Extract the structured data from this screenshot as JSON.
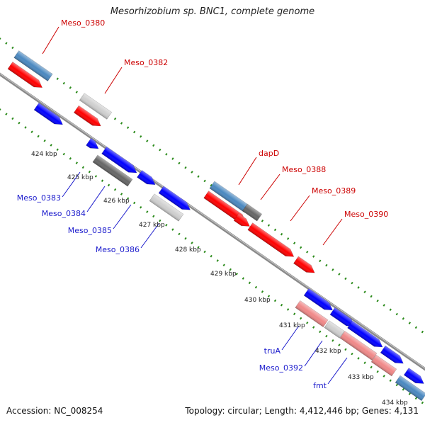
{
  "title": "Mesorhizobium sp. BNC1, complete genome",
  "footer": {
    "accession": "Accession: NC_008254",
    "summary": "Topology: circular; Length: 4,412,446 bp; Genes: 4,131"
  },
  "colors": {
    "backbone": "#8a8a8a",
    "tick_dots": "#2a8a1a",
    "forward_label": "#cc0000",
    "reverse_label": "#1a1acc",
    "gene_red": "#ff0000",
    "gene_blue": "#0000ff",
    "gene_steel": "#4a88c0",
    "gene_light_grey": "#cfcfcf",
    "gene_dark_grey": "#666666",
    "gene_pink": "#f08888"
  },
  "kbp_ticks": [
    "424 kbp",
    "425 kbp",
    "426 kbp",
    "427 kbp",
    "428 kbp",
    "429 kbp",
    "430 kbp",
    "431 kbp",
    "432 kbp",
    "433 kbp",
    "434 kbp"
  ],
  "gene_labels": [
    {
      "text": "Meso_0380",
      "strand": "forward"
    },
    {
      "text": "Meso_0382",
      "strand": "forward"
    },
    {
      "text": "dapD",
      "strand": "forward"
    },
    {
      "text": "Meso_0388",
      "strand": "forward"
    },
    {
      "text": "Meso_0389",
      "strand": "forward"
    },
    {
      "text": "Meso_0390",
      "strand": "forward"
    },
    {
      "text": "Meso_0383",
      "strand": "reverse"
    },
    {
      "text": "Meso_0384",
      "strand": "reverse"
    },
    {
      "text": "Meso_0385",
      "strand": "reverse"
    },
    {
      "text": "Meso_0386",
      "strand": "reverse"
    },
    {
      "text": "truA",
      "strand": "reverse"
    },
    {
      "text": "Meso_0392",
      "strand": "reverse"
    },
    {
      "text": "fmt",
      "strand": "reverse"
    }
  ]
}
